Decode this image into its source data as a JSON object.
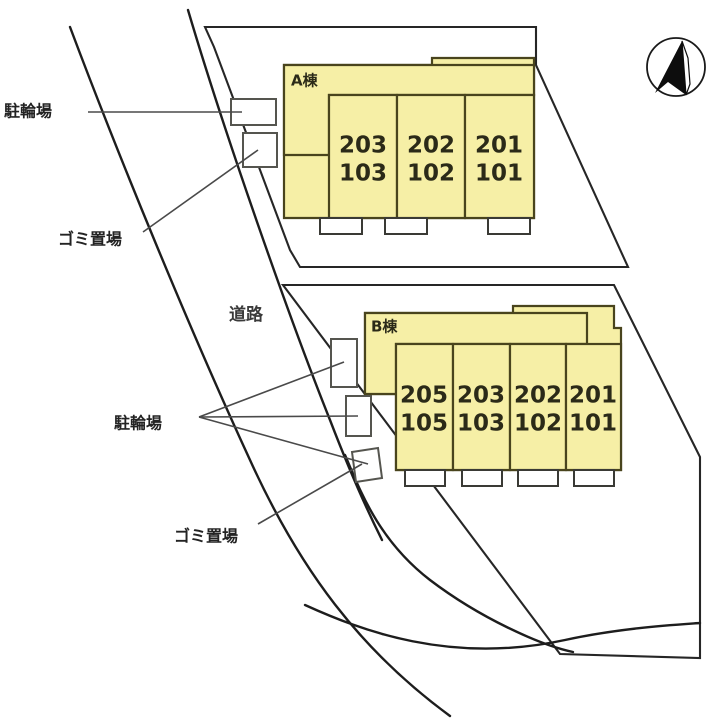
{
  "document": {
    "type": "site-layout-plan",
    "background_color": "#ffffff",
    "building_fill_color": "#f6efa6",
    "building_stroke_color": "#49441d",
    "line_color": "#262626"
  },
  "compass": {
    "name": "north-arrow",
    "label": ""
  },
  "buildings": [
    {
      "id": "a",
      "label": "A棟",
      "units": [
        {
          "upper": "203",
          "lower": "103"
        },
        {
          "upper": "202",
          "lower": "102"
        },
        {
          "upper": "201",
          "lower": "101"
        }
      ]
    },
    {
      "id": "b",
      "label": "B棟",
      "units": [
        {
          "upper": "205",
          "lower": "105"
        },
        {
          "upper": "203",
          "lower": "103"
        },
        {
          "upper": "202",
          "lower": "102"
        },
        {
          "upper": "201",
          "lower": "101"
        }
      ]
    }
  ],
  "annotations": {
    "road": "道路",
    "bicycle_parking_upper": "駐輪場",
    "garbage_area_upper": "ゴミ置場",
    "bicycle_parking_lower": "駐輪場",
    "garbage_area_lower": "ゴミ置場"
  }
}
